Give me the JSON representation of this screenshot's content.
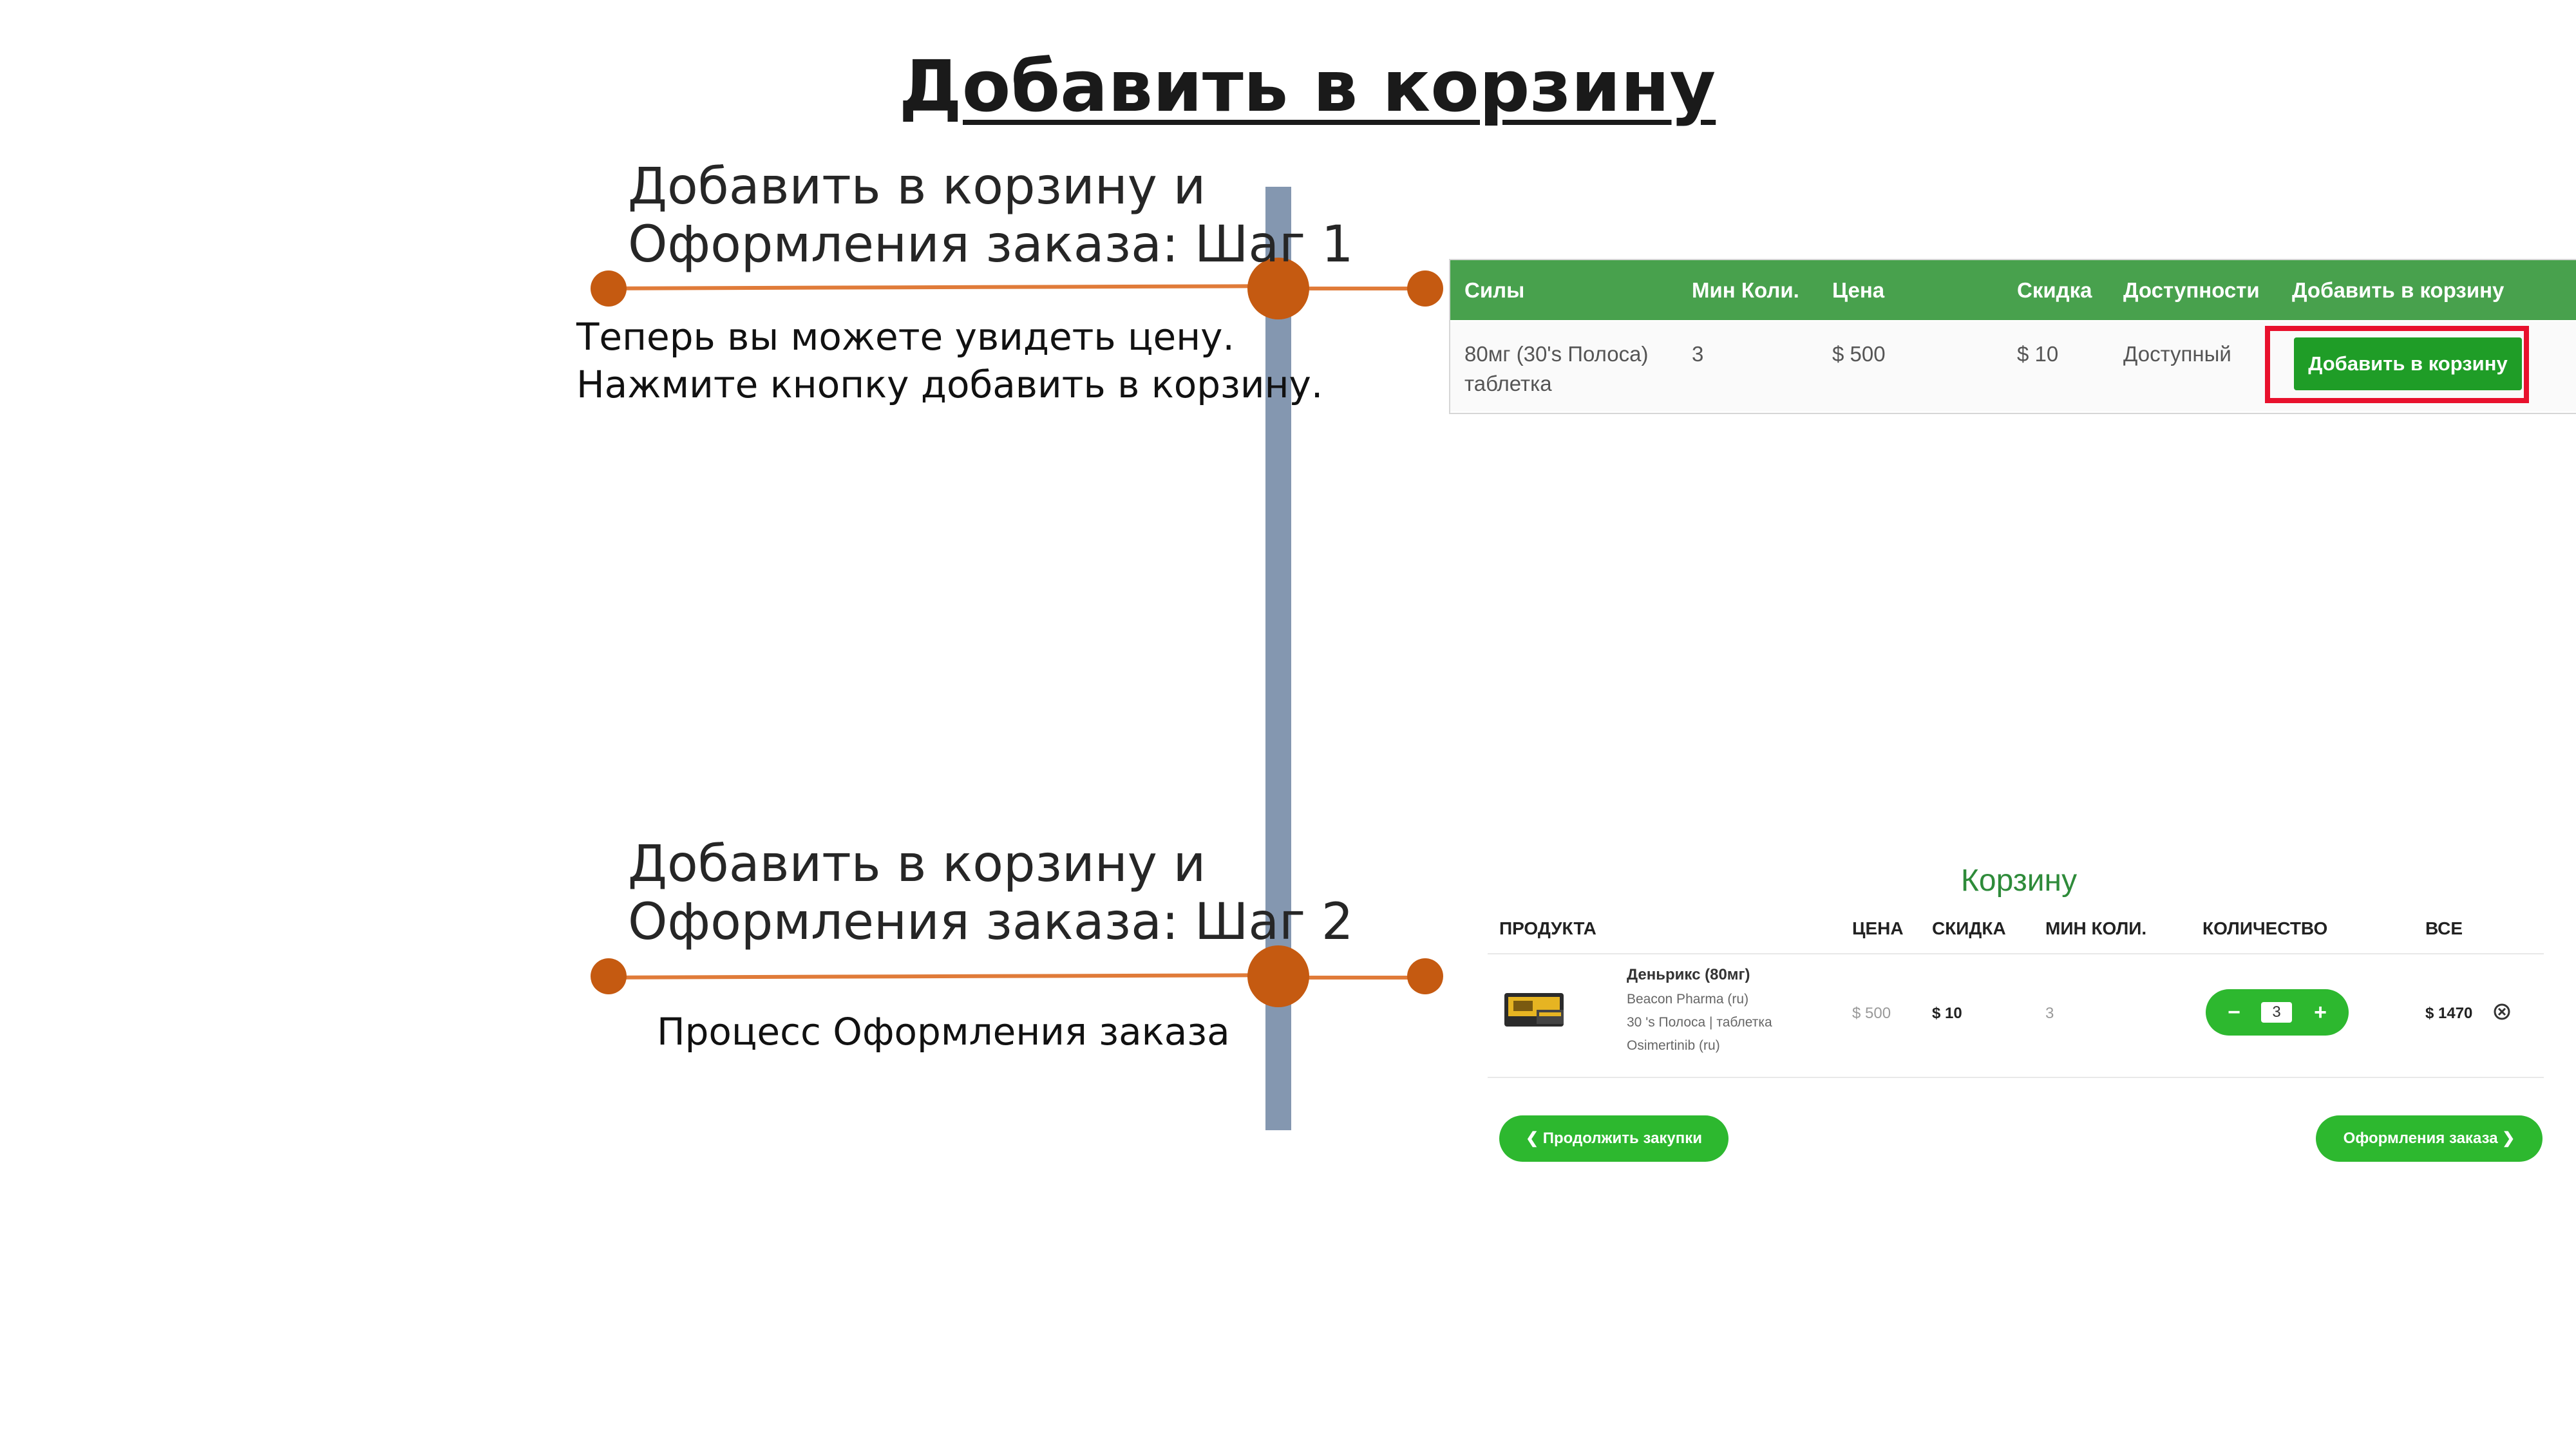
{
  "slide": {
    "title": "Добавить в корзину"
  },
  "step1": {
    "heading_line1": "Добавить в корзину и",
    "heading_line2": "Оформления заказа: Шаг 1",
    "desc_line1": "Теперь вы можете увидеть цену.",
    "desc_line2": "Нажмите кнопку добавить в корзину."
  },
  "step2": {
    "heading_line1": "Добавить в корзину и",
    "heading_line2": "Оформления заказа: Шаг 2",
    "desc": "Процесс Оформления заказа"
  },
  "product_table": {
    "headers": [
      "Силы",
      "Мин Коли.",
      "Цена",
      "Скидка",
      "Доступности",
      "Добавить в корзину"
    ],
    "row": {
      "strength_line1": "80мг (30's Полоса)",
      "strength_line2": "таблетка",
      "min_qty": "3",
      "price": "$ 500",
      "discount": "$ 10",
      "availability": "Доступный"
    },
    "add_button": "Добавить в корзину"
  },
  "cart": {
    "title": "Корзину",
    "headers": [
      "ПРОДУКТА",
      "ЦЕНА",
      "СКИДКА",
      "МИН КОЛИ.",
      "КОЛИЧЕСТВО",
      "ВСЕ"
    ],
    "item": {
      "name": "Деньрикс (80мг)",
      "manufacturer": "Beacon Pharma (ru)",
      "pack": "30 's Полоса | таблетка",
      "generic": "Osimertinib (ru)",
      "price": "$ 500",
      "discount": "$ 10",
      "min_qty": "3",
      "quantity": "3",
      "total": "$ 1470"
    },
    "continue_button": "Продолжить закупки",
    "checkout_button": "Оформления заказа"
  },
  "colors": {
    "timeline": "#8497b0",
    "connector": "#e07b39",
    "node": "#c55a11",
    "table_header": "#48a14d",
    "button_green": "#2db82f",
    "highlight": "#e8112d"
  }
}
